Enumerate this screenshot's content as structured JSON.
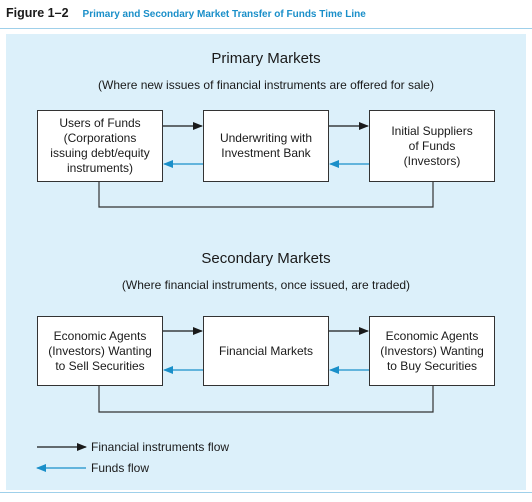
{
  "figure": {
    "number": "Figure 1–2",
    "title": "Primary and Secondary Market Transfer of Funds Time Line"
  },
  "primary": {
    "heading": "Primary Markets",
    "subheading": "(Where new issues of financial instruments are offered for sale)",
    "left_box": "Users of Funds\n(Corporations\nissuing debt/equity\ninstruments)",
    "middle_box": "Underwriting with\nInvestment Bank",
    "right_box": "Initial Suppliers\nof Funds\n(Investors)"
  },
  "secondary": {
    "heading": "Secondary Markets",
    "subheading": "(Where financial instruments, once issued, are traded)",
    "left_box": "Economic Agents\n(Investors) Wanting\nto Sell Securities",
    "middle_box": "Financial Markets",
    "right_box": "Economic Agents\n(Investors) Wanting\nto Buy Securities"
  },
  "legend": {
    "instruments_label": "Financial instruments flow",
    "funds_label": "Funds flow"
  },
  "colors": {
    "instruments_arrow": "#1a1a1a",
    "funds_arrow": "#1a8fc9",
    "panel": "#dcf0fa",
    "title": "#1a8fc9"
  }
}
